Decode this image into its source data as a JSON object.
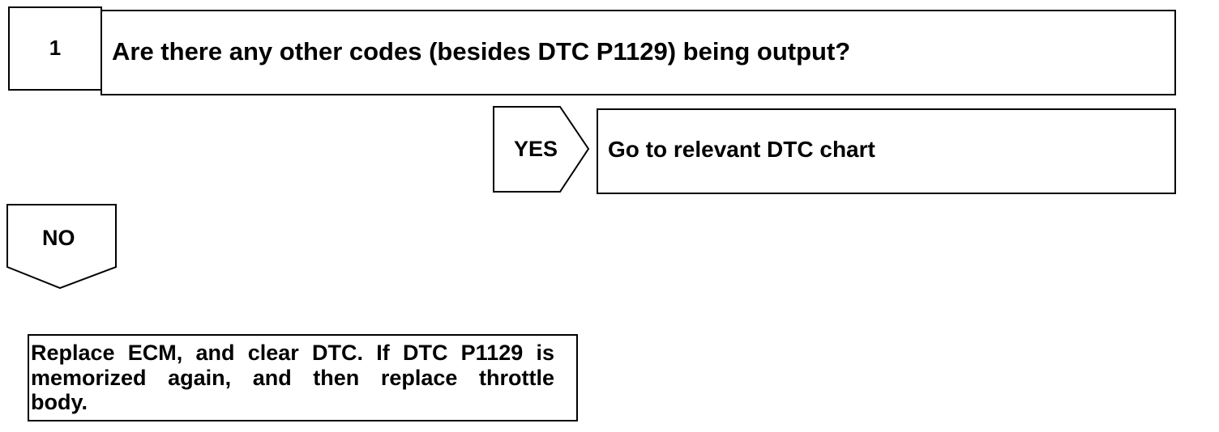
{
  "step": {
    "number": "1",
    "question": "Are there any other codes (besides DTC P1129) being output?"
  },
  "yes_branch": {
    "label": "YES",
    "result": "Go to relevant DTC chart"
  },
  "no_branch": {
    "label": "NO",
    "result_lines": [
      "Replace ECM, and clear DTC. If DTC P1129 is",
      "memorized again, and then replace throttle",
      "body."
    ]
  }
}
